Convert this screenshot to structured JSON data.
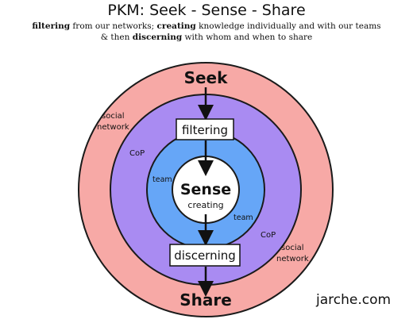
{
  "title": "PKM: Seek - Sense - Share",
  "subtitle": {
    "line1": [
      {
        "text": "filtering",
        "bold": true
      },
      {
        "text": " from our networks; ",
        "bold": false
      },
      {
        "text": "creating",
        "bold": true
      },
      {
        "text": " knowledge individually and with our teams",
        "bold": false
      }
    ],
    "line2": [
      {
        "text": "& then ",
        "bold": false
      },
      {
        "text": "discerning",
        "bold": true
      },
      {
        "text": " with whom and when to share",
        "bold": false
      }
    ]
  },
  "diagram": {
    "seek": "Seek",
    "share": "Share",
    "sense": "Sense",
    "creating": "creating",
    "filtering": "filtering",
    "discerning": "discerning",
    "social_network_top_line1": "social",
    "social_network_top_line2": "network",
    "social_network_bottom_line1": "social",
    "social_network_bottom_line2": "network",
    "cop_top": "CoP",
    "cop_bottom": "CoP",
    "team_top": "team",
    "team_bottom": "team",
    "colors": {
      "outer_ring": "#f7a9a6",
      "middle_ring": "#a98bf2",
      "inner_ring": "#66a6f7",
      "center": "#ffffff",
      "stroke": "#1a1a1a"
    }
  },
  "credit": "jarche.com"
}
